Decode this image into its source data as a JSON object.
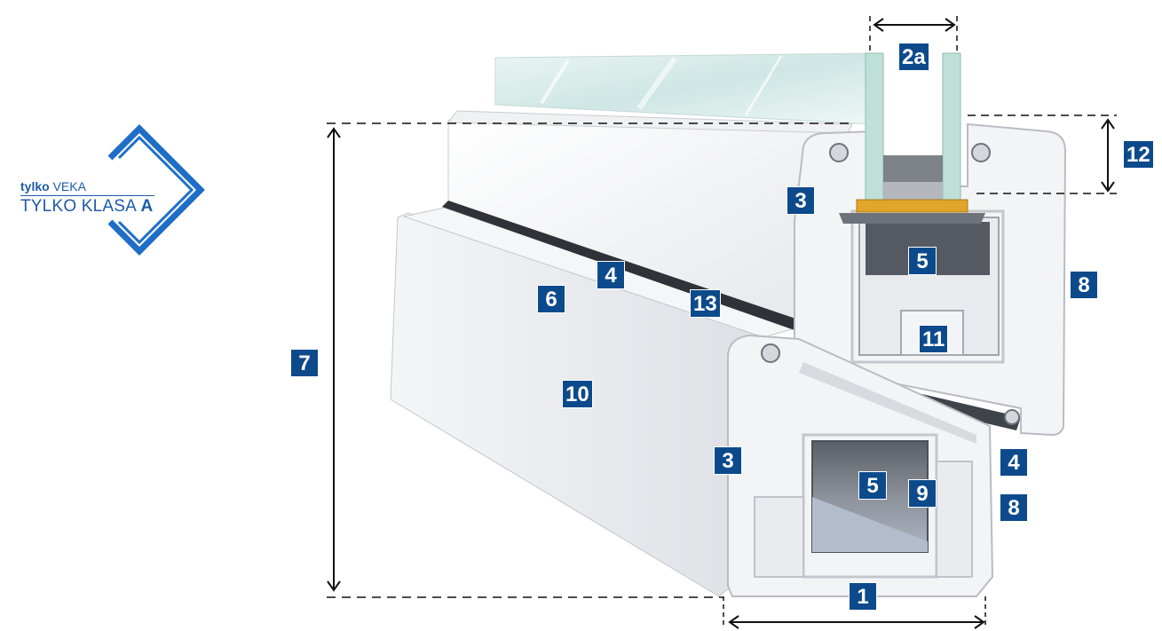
{
  "logo": {
    "line1_light": "tylko",
    "line1_bold": "VEKA",
    "line2_light": "TYLKO KLASA",
    "line2_bold": "A"
  },
  "labels": {
    "l_2a": "2a",
    "l_12": "12",
    "l_3a": "3",
    "l_5a": "5",
    "l_8a": "8",
    "l_4a": "4",
    "l_6": "6",
    "l_13": "13",
    "l_11": "11",
    "l_7": "7",
    "l_10": "10",
    "l_3b": "3",
    "l_5b": "5",
    "l_9": "9",
    "l_4b": "4",
    "l_8b": "8",
    "l_1": "1"
  },
  "colors": {
    "badge": "#0d4a8c",
    "logo": "#1e5aa8"
  }
}
